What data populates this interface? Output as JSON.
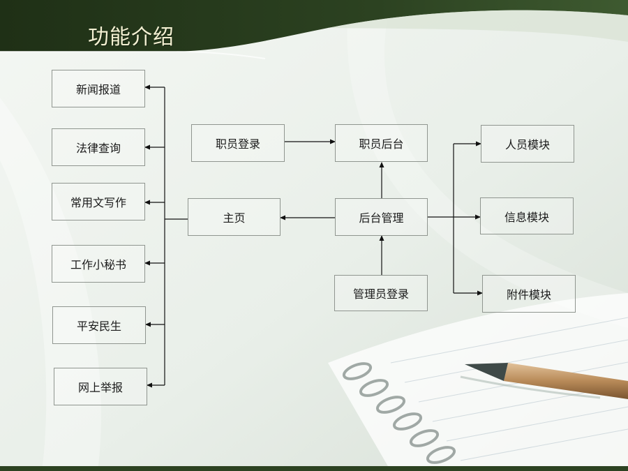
{
  "title": "功能介绍",
  "nodes": {
    "news": "新闻报道",
    "law": "法律查询",
    "writing": "常用文写作",
    "secretary": "工作小秘书",
    "civil": "平安民生",
    "report": "网上举报",
    "home": "主页",
    "staff_login": "职员登录",
    "staff_backend": "职员后台",
    "backend_manage": "后台管理",
    "admin_login": "管理员登录",
    "personnel_module": "人员模块",
    "info_module": "信息模块",
    "attachment_module": "附件模块"
  },
  "colors": {
    "header_dark": "#26381c",
    "title_text": "#f3f0d2",
    "background": "#eef2ef",
    "box_border": "#8f958f",
    "line": "#111111"
  }
}
